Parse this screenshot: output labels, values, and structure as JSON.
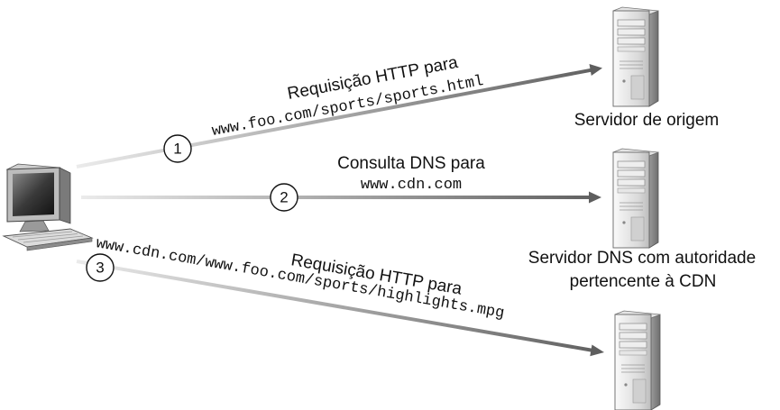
{
  "steps": {
    "step1": {
      "number": "1",
      "label": "Requisição HTTP para",
      "target": "www.foo.com/sports/sports.html"
    },
    "step2": {
      "number": "2",
      "label": "Consulta DNS para",
      "target": "www.cdn.com"
    },
    "step3": {
      "number": "3",
      "label": "Requisição HTTP para",
      "target": "www.cdn.com/www.foo.com/sports/highlights.mpg"
    }
  },
  "servers": {
    "origin": {
      "label": "Servidor de origem"
    },
    "dns": {
      "label_line1": "Servidor DNS com autoridade",
      "label_line2": "pertencente à CDN"
    },
    "cdn": {}
  },
  "colors": {
    "arrow_start": "#e6e6e6",
    "arrow_end": "#666666",
    "server_light": "#f2f2f2",
    "server_dark": "#8c8c8c"
  }
}
